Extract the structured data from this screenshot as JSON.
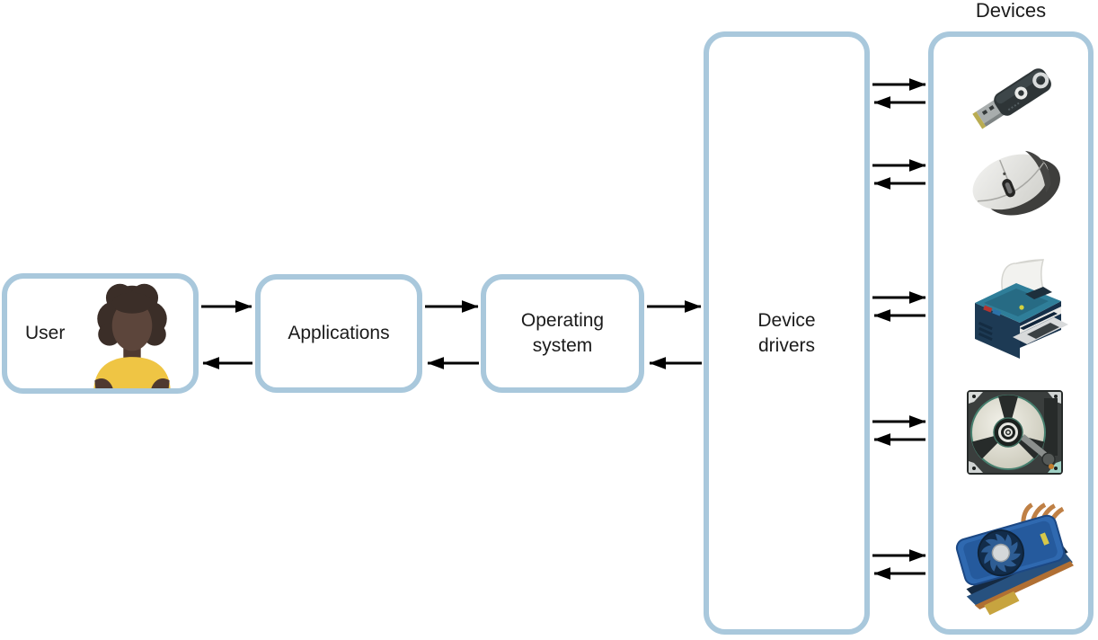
{
  "diagram": {
    "devices_title": "Devices",
    "nodes": {
      "user": {
        "label": "User",
        "avatar_icon": "woman-avatar-icon"
      },
      "applications": {
        "label": "Applications"
      },
      "operating_system": {
        "label": "Operating system"
      },
      "device_drivers": {
        "label": "Device drivers"
      },
      "devices": {
        "label": "Devices",
        "items": [
          {
            "icon": "usb-flash-drive-icon"
          },
          {
            "icon": "computer-mouse-icon"
          },
          {
            "icon": "printer-icon"
          },
          {
            "icon": "hard-disk-drive-icon"
          },
          {
            "icon": "graphics-card-icon"
          }
        ]
      }
    },
    "edges": [
      {
        "from": "user",
        "to": "applications",
        "direction": "both"
      },
      {
        "from": "applications",
        "to": "operating_system",
        "direction": "both"
      },
      {
        "from": "operating_system",
        "to": "device_drivers",
        "direction": "both"
      },
      {
        "from": "device_drivers",
        "to": "usb-flash-drive",
        "direction": "both"
      },
      {
        "from": "device_drivers",
        "to": "computer-mouse",
        "direction": "both"
      },
      {
        "from": "device_drivers",
        "to": "printer",
        "direction": "both"
      },
      {
        "from": "device_drivers",
        "to": "hard-disk-drive",
        "direction": "both"
      },
      {
        "from": "device_drivers",
        "to": "graphics-card",
        "direction": "both"
      }
    ],
    "colors": {
      "box_border": "#a9c8dc",
      "box_fill": "#ffffff",
      "arrow": "#000000",
      "text": "#1b1b1b",
      "avatar_shirt": "#efc544",
      "printer_teal": "#2f7e99",
      "gpu_blue": "#2f69b0"
    }
  }
}
